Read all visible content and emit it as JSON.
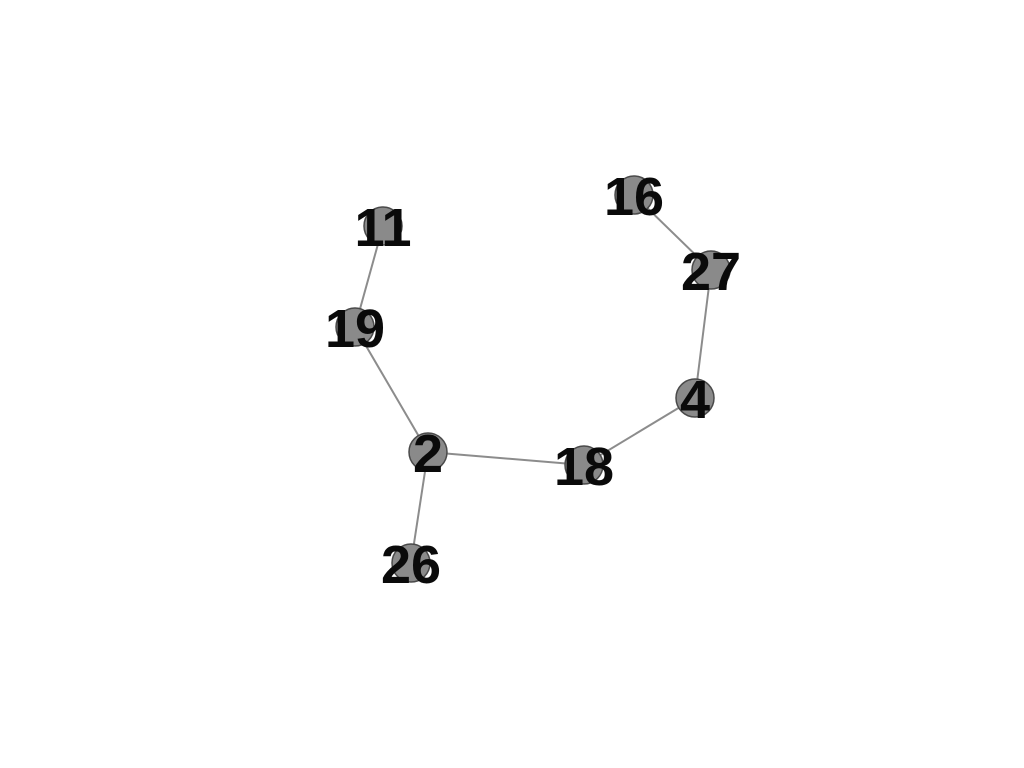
{
  "graph": {
    "node_color": "#8a8a8a",
    "edge_color": "#8c8c8c",
    "label_color": "#0a0a0a",
    "nodes": [
      {
        "id": "11",
        "label": "11"
      },
      {
        "id": "19",
        "label": "19"
      },
      {
        "id": "2",
        "label": "2"
      },
      {
        "id": "26",
        "label": "26"
      },
      {
        "id": "18",
        "label": "18"
      },
      {
        "id": "4",
        "label": "4"
      },
      {
        "id": "27",
        "label": "27"
      },
      {
        "id": "16",
        "label": "16"
      }
    ],
    "edges": [
      {
        "source": "11",
        "target": "19"
      },
      {
        "source": "19",
        "target": "2"
      },
      {
        "source": "2",
        "target": "26"
      },
      {
        "source": "2",
        "target": "18"
      },
      {
        "source": "18",
        "target": "4"
      },
      {
        "source": "4",
        "target": "27"
      },
      {
        "source": "27",
        "target": "16"
      }
    ]
  }
}
